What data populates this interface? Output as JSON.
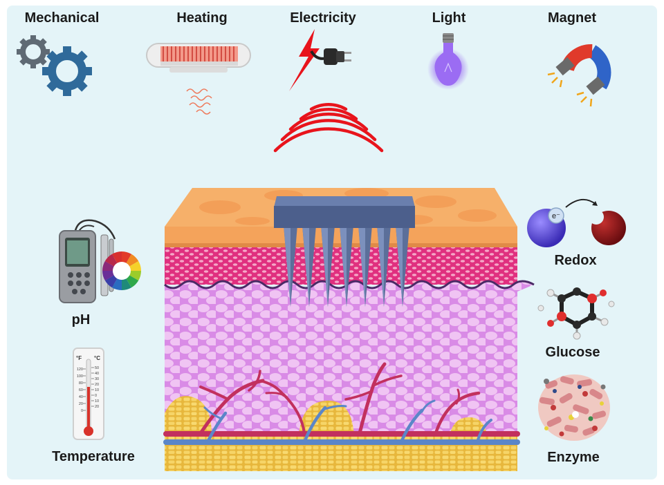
{
  "stimuli": {
    "mechanical": "Mechanical",
    "heating": "Heating",
    "electricity": "Electricity",
    "light": "Light",
    "magnet": "Magnet"
  },
  "sensing": {
    "ph": "pH",
    "temperature": "Temperature",
    "redox": "Redox",
    "glucose": "Glucose",
    "enzyme": "Enzyme",
    "electron": "e⁻"
  },
  "thermometer": {
    "f_unit": "°F",
    "c_unit": "°C",
    "f_scale": [
      "120",
      "100",
      "80",
      "60",
      "40",
      "20",
      "0"
    ],
    "c_scale": [
      "50",
      "40",
      "30",
      "20",
      "10",
      "0",
      "10",
      "20"
    ]
  },
  "colors": {
    "panel_bg": "#e4f4f8",
    "gear": "#2f6a9a",
    "signal_red": "#e8141c",
    "bulb_glow": "#8a4ef0",
    "epidermis": "#f4a35b",
    "dermis": "#e9388a",
    "subcutis": "#e7a6ee",
    "fat": "#f5d367",
    "needle": "#5b6f9a"
  }
}
